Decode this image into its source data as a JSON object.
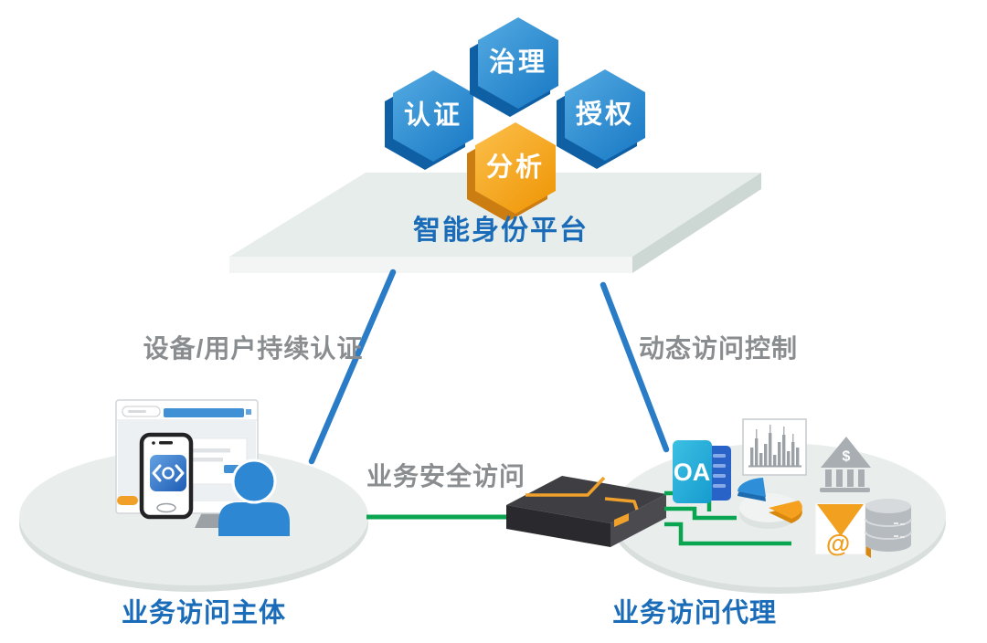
{
  "hexagons": {
    "items": [
      {
        "id": "authentication",
        "label": "认证",
        "color": "#2b8ad2"
      },
      {
        "id": "governance",
        "label": "治理",
        "color": "#2b8ad2"
      },
      {
        "id": "authorization",
        "label": "授权",
        "color": "#2b8ad2"
      },
      {
        "id": "analytics",
        "label": "分析",
        "color": "#f5a01e"
      }
    ],
    "blue_dark": "#0f5fa4",
    "orange_dark": "#cc7d12"
  },
  "platform": {
    "label": "智能身份平台",
    "label_color": "#1a6cb8",
    "top_color": "#e7edeb",
    "front_color": "#f2f5f4",
    "side_color": "#cdd7d4"
  },
  "connections": {
    "left_label": "设备/用户持续认证",
    "right_label": "动态访问控制",
    "middle_label": "业务安全访问",
    "blue_line_color": "#2a7cc7",
    "green_line_color": "#0aa551",
    "label_color": "#8a8d90"
  },
  "left_group": {
    "caption": "业务访问主体",
    "caption_color": "#1a6cb8",
    "icons": [
      {
        "name": "browser-window"
      },
      {
        "name": "smartphone"
      },
      {
        "name": "app-logo"
      },
      {
        "name": "user"
      }
    ]
  },
  "right_group": {
    "caption": "业务访问代理",
    "caption_color": "#1a6cb8",
    "gateway": {
      "name": "gateway-appliance",
      "accent": "#f0a12b"
    },
    "icons": [
      {
        "name": "oa-app",
        "glyph": "OA"
      },
      {
        "name": "bar-chart"
      },
      {
        "name": "pie-chart"
      },
      {
        "name": "bank",
        "glyph": "$"
      },
      {
        "name": "email",
        "glyph": "@"
      },
      {
        "name": "database"
      }
    ],
    "ellipse_fill": "#e9eeec"
  }
}
